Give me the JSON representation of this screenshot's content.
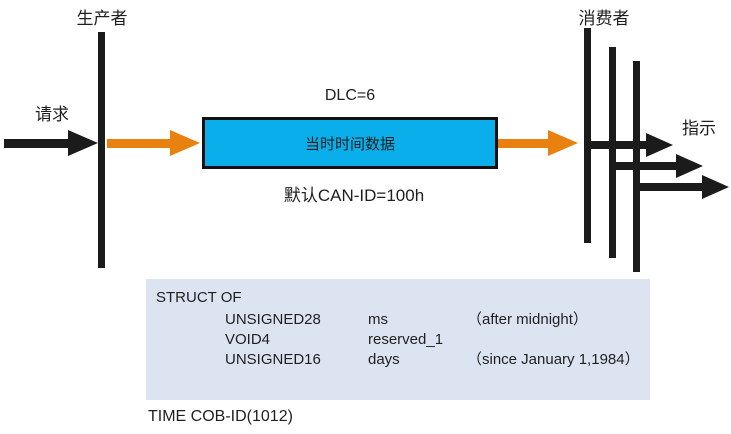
{
  "diagram": {
    "producer_label": "生产者",
    "request_label": "请求",
    "consumer_label": "消费者",
    "indication_label": "指示",
    "dlc_label": "DLC=6",
    "message_box_label": "当时时间数据",
    "can_id_label": "默认CAN-ID=100h",
    "footer_label": "TIME COB-ID(1012)"
  },
  "struct": {
    "header": "STRUCT OF",
    "rows": [
      {
        "type": "UNSIGNED28",
        "name": "ms",
        "note": "（after midnight）"
      },
      {
        "type": "VOID4",
        "name": "reserved_1",
        "note": ""
      },
      {
        "type": "UNSIGNED16",
        "name": "days",
        "note": "（since January 1,1984）"
      }
    ]
  },
  "colors": {
    "message_box_fill": "#09aeea",
    "message_box_border": "#111111",
    "arrow_orange": "#e8810f",
    "arrow_black": "#1b1b1b",
    "struct_panel_bg": "#dde4f1",
    "background": "#ffffff"
  }
}
